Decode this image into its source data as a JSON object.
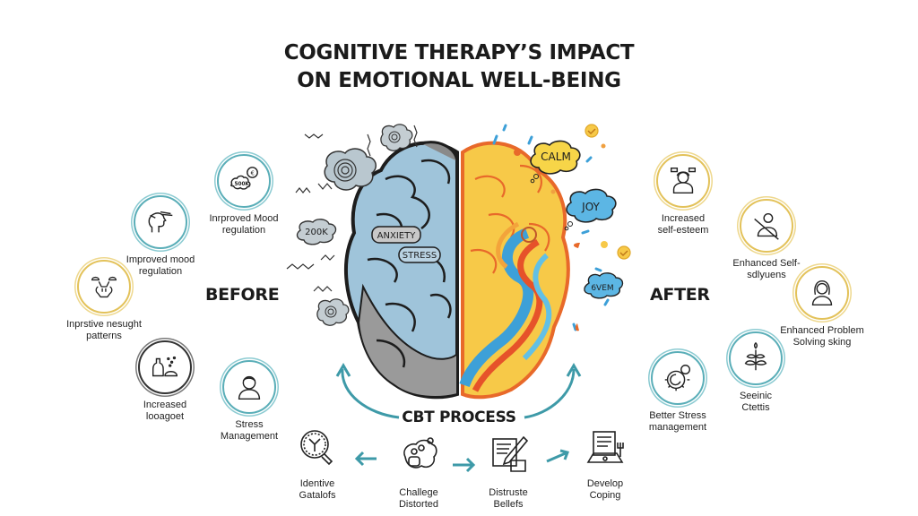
{
  "title": {
    "line1": "COGNITIVE THERAPY’S IMPACT",
    "line2": "ON EMOTIONAL WELL-BEING"
  },
  "colors": {
    "teal": "#4fa9b5",
    "gold": "#e3c25a",
    "dark": "#333333",
    "brain_before": "#8fb9d3",
    "brain_after": "#f7c948"
  },
  "before": {
    "label": "BEFORE",
    "items": [
      {
        "icon": "thought-bubble-icon",
        "ring": "teal",
        "line1": "Inrproved Mood",
        "line2": "regulation"
      },
      {
        "icon": "head-profile-icon",
        "ring": "teal",
        "line1": "Improved mood",
        "line2": "regulation"
      },
      {
        "icon": "tangled-thoughts-icon",
        "ring": "gold",
        "line1": "Inprstive nesught",
        "line2": "patterns"
      },
      {
        "icon": "bottle-scatter-icon",
        "ring": "dark",
        "line1": "Increased",
        "line2": "looagoet"
      },
      {
        "icon": "person-icon",
        "ring": "teal",
        "line1": "Stress",
        "line2": "Management"
      }
    ]
  },
  "after": {
    "label": "AFTER",
    "items": [
      {
        "icon": "person-badge-icon",
        "ring": "gold",
        "line1": "Increased",
        "line2": "self-esteem"
      },
      {
        "icon": "crossed-person-icon",
        "ring": "gold",
        "line1": "Enhanced Self-",
        "line2": "sdlyuens"
      },
      {
        "icon": "woman-icon",
        "ring": "gold",
        "line1": "Enhanced Problem",
        "line2": "Solving sking"
      },
      {
        "icon": "plant-sprout-icon",
        "ring": "teal",
        "line1": "Seeinic",
        "line2": "Ctettis"
      },
      {
        "icon": "gear-moon-icon",
        "ring": "teal",
        "line1": "Better Stress",
        "line2": "management"
      }
    ]
  },
  "brain": {
    "before_bubbles": [
      "200K",
      "ANXIETY",
      "STRESS"
    ],
    "after_bubbles": [
      "CALM",
      "JOY",
      "6VEM"
    ]
  },
  "cbt": {
    "title": "CBT PROCESS",
    "steps": [
      {
        "icon": "magnifier-icon",
        "line1": "Identive",
        "line2": "Gatalofs"
      },
      {
        "icon": "thought-cloud-icon",
        "line1": "Challege",
        "line2": "Distorted"
      },
      {
        "icon": "pen-document-icon",
        "line1": "Distruste",
        "line2": "Bellefs"
      },
      {
        "icon": "laptop-document-icon",
        "line1": "Develop",
        "line2": "Coping"
      }
    ]
  }
}
